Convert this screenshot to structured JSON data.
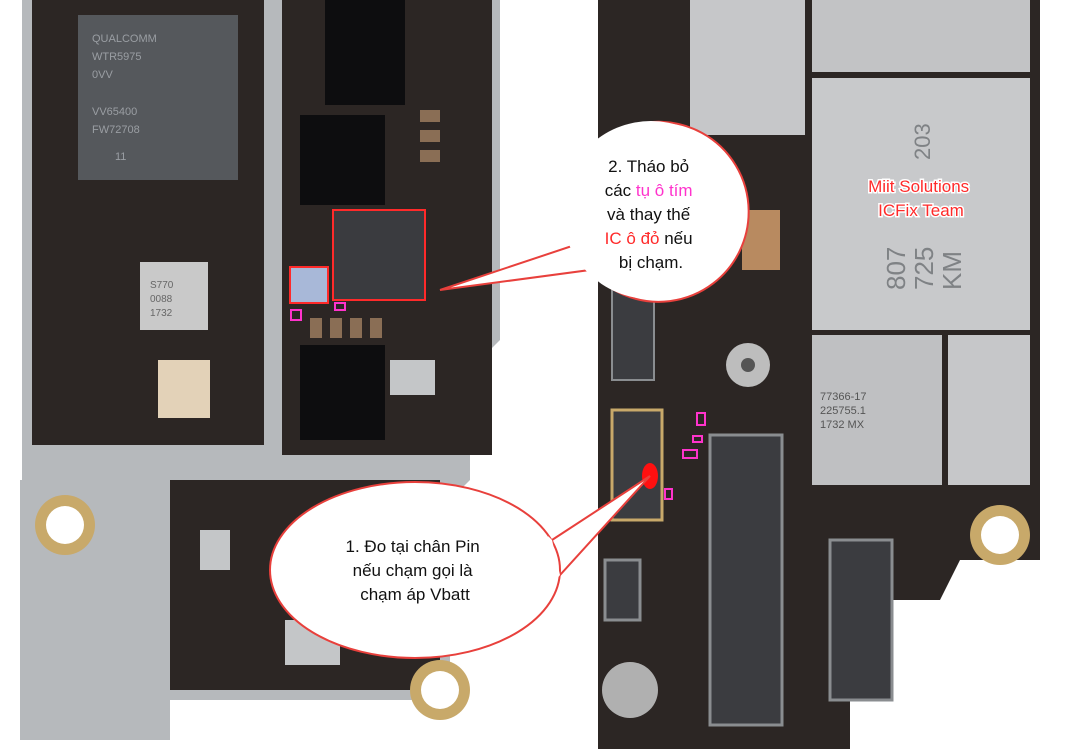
{
  "callout_1": {
    "line1": "1. Đo tại chân Pin",
    "line2": "nếu chạm gọi là",
    "line3": "chạm áp Vbatt"
  },
  "callout_2": {
    "line1": "2. Tháo bỏ",
    "line2_prefix": "các ",
    "line2_highlight": "tụ ô tím",
    "line3": "và thay thế",
    "line4_highlight": "IC ô đỏ",
    "line4_suffix": " nếu",
    "line5": "bị chạm."
  },
  "watermark": {
    "line1": "Miit Solutions",
    "line2": "ICFix Team"
  },
  "chips": {
    "qualcomm": [
      "QUALCOMM",
      "WTR5975",
      "0VV",
      "VV65400",
      "FW72708",
      "11"
    ],
    "s770": [
      "S770",
      "0088",
      "1732"
    ],
    "a11": [
      "807",
      "725",
      "KM",
      "203"
    ],
    "pa": [
      "77366-17",
      "225755.1",
      "1732 MX"
    ]
  },
  "colors": {
    "highlight_purple": "#ff33cc",
    "highlight_red": "#ff2a2a",
    "callout_border": "#e8403c"
  }
}
